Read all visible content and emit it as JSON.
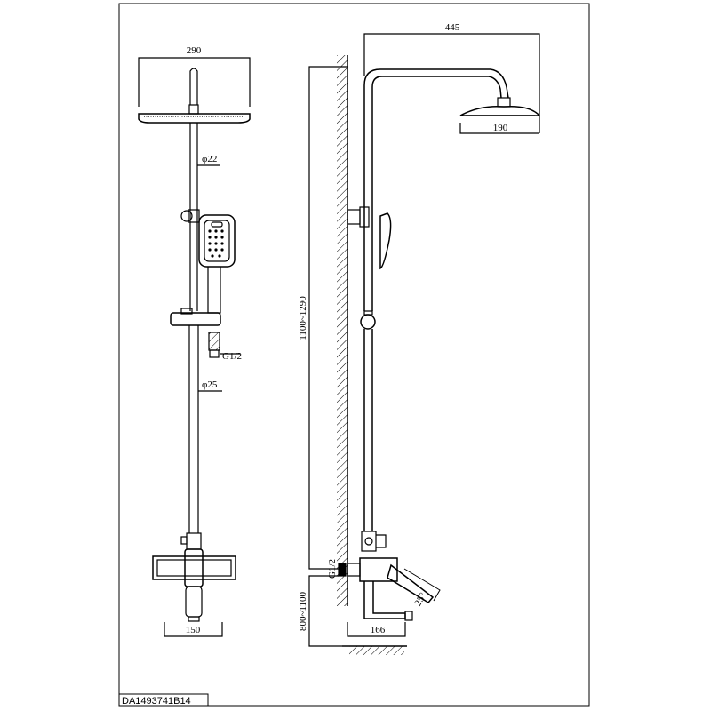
{
  "labels": {
    "front_top_width": "290",
    "front_pipe_upper_dia": "φ22",
    "front_inlet_thread": "G1/2",
    "front_pipe_lower_dia": "φ25",
    "front_bottom_width": "150",
    "side_top_width": "445",
    "side_head_width": "190",
    "side_height_total": "1100~1290",
    "side_inlet_thread": "G1/2",
    "side_mount_height": "800~1100",
    "side_bottom_depth": "166",
    "side_angle": "25°",
    "drawing_code": "DA1493741B14"
  },
  "colors": {
    "line": "#000000",
    "background": "#ffffff"
  }
}
